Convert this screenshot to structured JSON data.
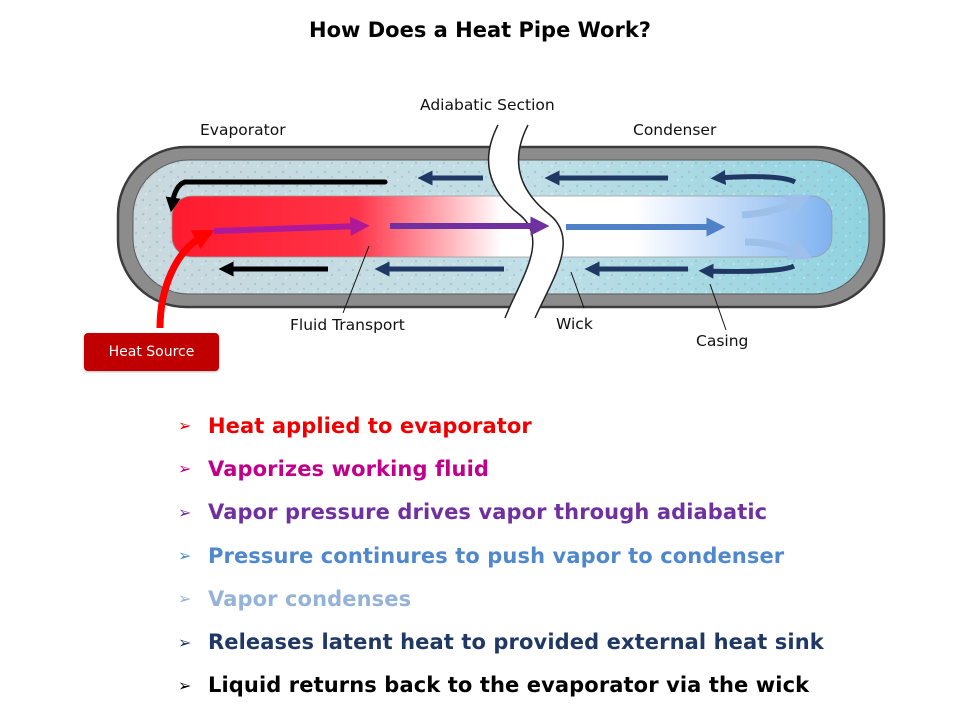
{
  "title": "How Does a Heat Pipe Work?",
  "diagram": {
    "labels": {
      "evaporator": "Evaporator",
      "adiabatic": "Adiabatic Section",
      "condenser": "Condenser",
      "fluid_transport": "Fluid Transport",
      "wick": "Wick",
      "casing": "Casing",
      "heat_source": "Heat Source"
    },
    "colors": {
      "casing": "#8c8c8c",
      "wick": "#bcd8de",
      "hot": "#ff1a2e",
      "cool": "#7fb2f0",
      "liquid_arrow": "#1f3864",
      "vapor_arrow_hot": "#b0189a",
      "vapor_arrow_mid": "#7030a0",
      "vapor_arrow_cool": "#4f81c8",
      "heat_source": "#c00000"
    }
  },
  "bullets": [
    {
      "text": "Heat applied to evaporator",
      "color": "#ee0000"
    },
    {
      "text": "Vaporizes working fluid",
      "color": "#c0008a"
    },
    {
      "text": "Vapor pressure drives vapor through adiabatic",
      "color": "#7030a0"
    },
    {
      "text": "Pressure continures to push vapor to condenser",
      "color": "#4f88cc"
    },
    {
      "text": "Vapor condenses",
      "color": "#95b3d7"
    },
    {
      "text": "Releases latent heat to provided external heat sink",
      "color": "#1f3864"
    },
    {
      "text": "Liquid returns back to the evaporator via the wick",
      "color": "#000000"
    }
  ],
  "bullet_marker": "➢"
}
